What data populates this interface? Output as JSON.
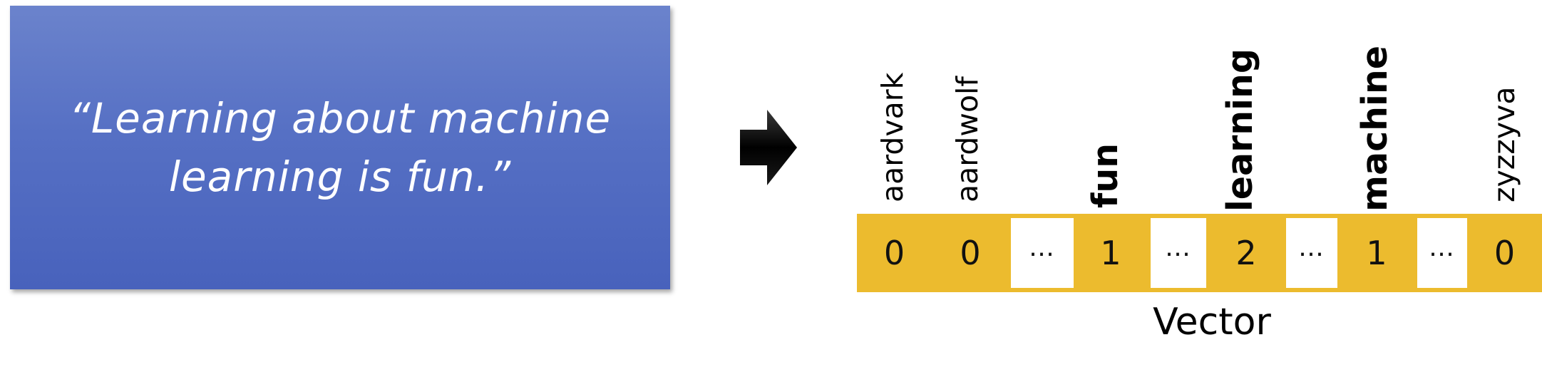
{
  "quote": {
    "line1": "“Learning about machine",
    "line2": "learning is fun.”"
  },
  "vocabulary": [
    "aardvark",
    "aardwolf",
    "fun",
    "learning",
    "machine",
    "zyzzyva"
  ],
  "vector": {
    "cells": [
      "0",
      "0",
      "…",
      "1",
      "…",
      "2",
      "…",
      "1",
      "…",
      "0"
    ],
    "label": "Vector"
  },
  "colors": {
    "box_top": "#6b83cc",
    "box_bottom": "#4862bc",
    "vector_fill": "#ecbb2e"
  },
  "icons": {
    "arrow": "right-arrow-icon"
  }
}
